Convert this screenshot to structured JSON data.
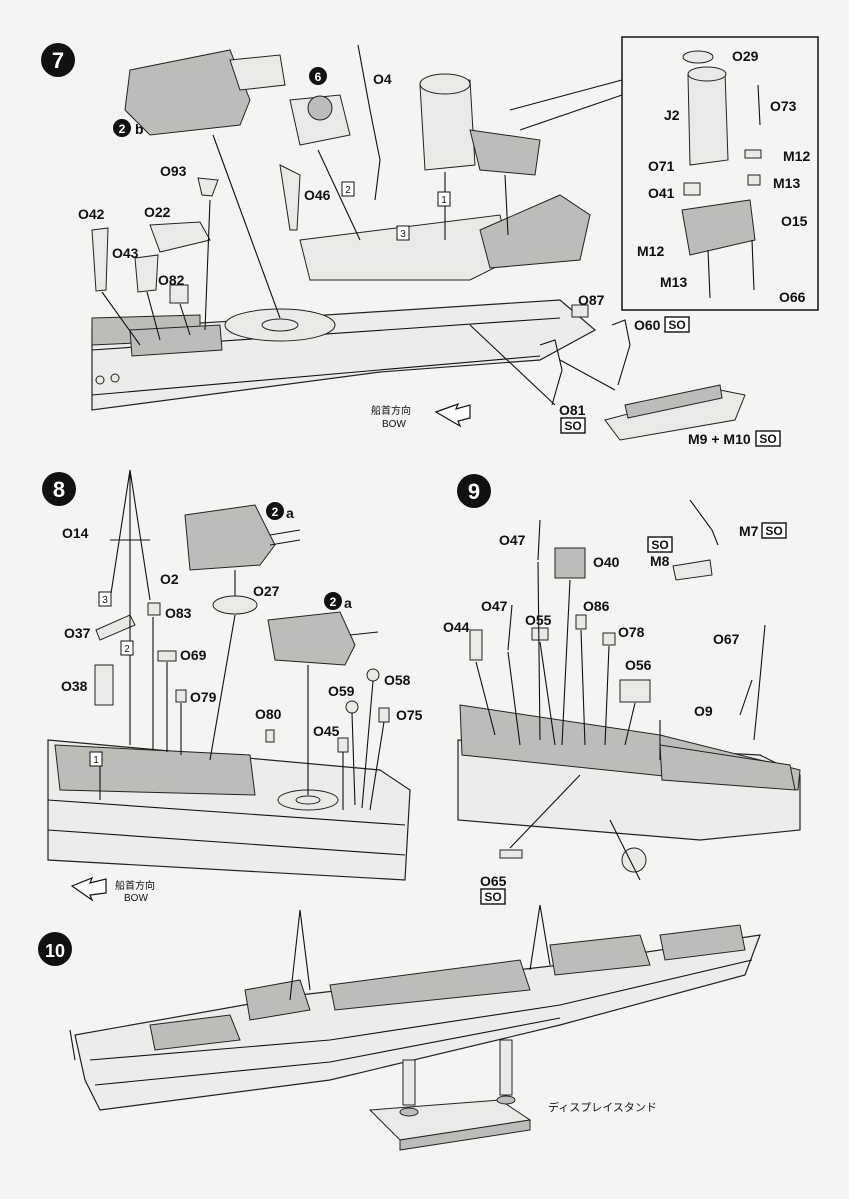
{
  "steps": [
    {
      "number": "7",
      "sub_assemblies": [
        {
          "num": "2",
          "letter": "b"
        },
        {
          "num": "6",
          "letter": ""
        }
      ]
    },
    {
      "number": "8",
      "sub_assemblies": [
        {
          "num": "2",
          "letter": "a"
        },
        {
          "num": "2",
          "letter": "a"
        }
      ]
    },
    {
      "number": "9",
      "sub_assemblies": []
    },
    {
      "number": "10",
      "sub_assemblies": []
    }
  ],
  "step7": {
    "labels": [
      "O4",
      "O93",
      "O46",
      "O42",
      "O22",
      "O43",
      "O82",
      "O87",
      "O60",
      "O81",
      "M9 + M10"
    ],
    "inset_labels": [
      "O29",
      "J2",
      "O73",
      "O71",
      "M12",
      "M13",
      "O41",
      "O15",
      "M12",
      "M13",
      "O66"
    ],
    "seq_boxes": [
      "1",
      "2",
      "3"
    ],
    "so_labels": [
      "SO",
      "SO",
      "SO"
    ],
    "bow_jp": "船首方向",
    "bow_en": "BOW"
  },
  "step8": {
    "labels": [
      "O14",
      "O2",
      "O27",
      "O37",
      "O83",
      "O69",
      "O38",
      "O79",
      "O80",
      "O59",
      "O58",
      "O45",
      "O75"
    ],
    "seq_boxes": [
      "3",
      "2",
      "1"
    ],
    "bow_jp": "船首方向",
    "bow_en": "BOW"
  },
  "step9": {
    "labels": [
      "O47",
      "O40",
      "M7",
      "M8",
      "O47",
      "O55",
      "O86",
      "O44",
      "O78",
      "O67",
      "O56",
      "O9",
      "O65"
    ],
    "so_labels": [
      "SO",
      "SO",
      "SO"
    ]
  },
  "step10": {
    "stand_label": "ディスプレイスタンド"
  },
  "colors": {
    "ink": "#111111",
    "paper": "#f4f4f2"
  }
}
